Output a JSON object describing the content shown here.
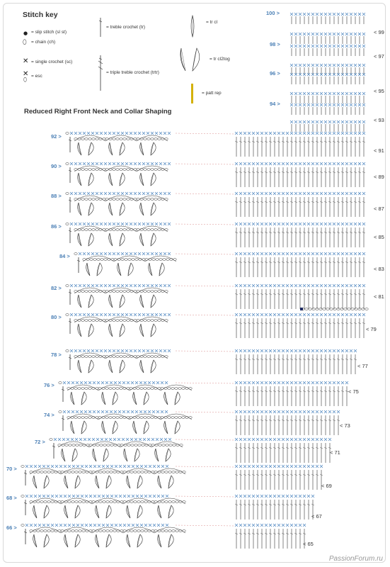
{
  "stitch_key": {
    "title": "Stitch key",
    "items": [
      {
        "symbol": "●",
        "label": "= slip stitch (sl st)"
      },
      {
        "symbol": "⬯",
        "label": "= chain (ch)"
      },
      {
        "symbol": "✕",
        "label": "= single  crochet (sc)"
      },
      {
        "symbol": "✕",
        "label": "= esc"
      },
      {
        "symbol": "tr",
        "label": "= treble crochet (tr)"
      },
      {
        "symbol": "trtr",
        "label": "= triple treble crochet (trtr)"
      },
      {
        "symbol": "trcl",
        "label": "= tr cl"
      },
      {
        "symbol": "trcl2tog",
        "label": "= tr cl2tog"
      },
      {
        "symbol": "bar",
        "label": "= patt rep"
      }
    ],
    "patt_rep_color": "#d4b106"
  },
  "section_title": "Reduced Right Front Neck and Collar Shaping",
  "right_panel_rows": [
    {
      "label": "100 >"
    },
    {
      "label": "< 99"
    },
    {
      "label": "98 >"
    },
    {
      "label": "< 97"
    },
    {
      "label": "96 >"
    },
    {
      "label": "< 95"
    },
    {
      "label": "94 >"
    },
    {
      "label": "< 93"
    }
  ],
  "chart_rows_left": [
    "92 >",
    "90 >",
    "88 >",
    "86 >",
    "84 >",
    "82 >",
    "80 >",
    "78 >",
    "76 >",
    "74 >",
    "72 >",
    "70 >",
    "68 >",
    "66 >"
  ],
  "chart_rows_right": [
    "< 91",
    "< 89",
    "< 87",
    "< 85",
    "< 83",
    "< 81",
    "< 79",
    "< 77",
    "< 75",
    "< 73",
    "< 71",
    "< 69",
    "< 67",
    "< 65"
  ],
  "colors": {
    "ink": "#333333",
    "sc_blue": "#5a8fc4",
    "row_blue": "#4a7fb5",
    "dash_red": "#d98c8c",
    "slip_dark": "#1a2a6c"
  },
  "watermark": "PassionForum.ru"
}
